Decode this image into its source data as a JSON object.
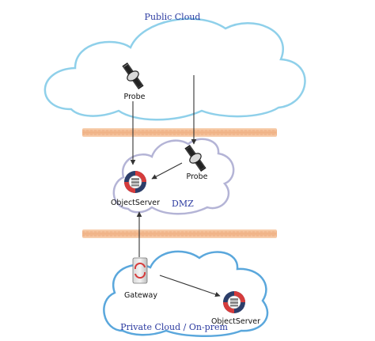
{
  "zones": {
    "public_cloud": "Public Cloud",
    "dmz": "DMZ",
    "private_cloud": "Private Cloud / On-prem"
  },
  "nodes": {
    "probe_public": "Probe",
    "probe_dmz": "Probe",
    "objectserver_dmz": "ObjectServer",
    "gateway": "Gateway",
    "objectserver_private": "ObjectServer"
  },
  "colors": {
    "public_cloud_outline": "#8fd0ea",
    "dmz_cloud_outline": "#b4b4d6",
    "private_cloud_outline": "#5aa7dc",
    "firewall": "#f2b98a",
    "label": "#2b3aa0"
  },
  "icons": {
    "probe": "satellite-icon",
    "objectserver": "objectserver-icon",
    "gateway": "gateway-icon"
  }
}
